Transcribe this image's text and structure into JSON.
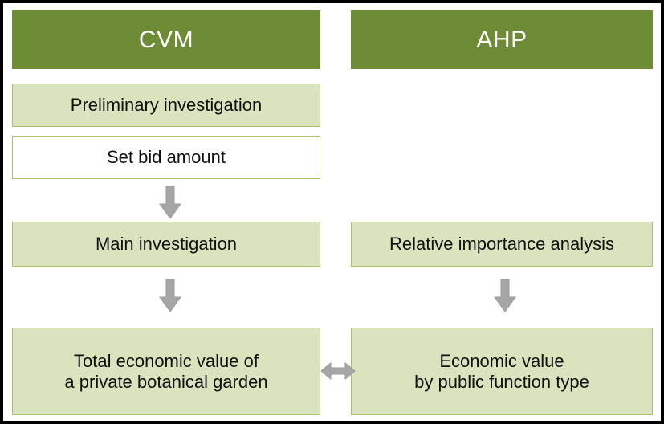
{
  "figure": {
    "type": "two-column-flowchart",
    "border_color": "#000000",
    "background": "#ffffff"
  },
  "palette": {
    "header_fill": "#6e8b35",
    "header_text": "#ffffff",
    "step_fill": "#d9e3bd",
    "step_border": "#a9bf72",
    "white_fill": "#ffffff",
    "body_text": "#111111",
    "arrow_fill": "#a6a6a6",
    "arrow_stroke": "#8c8c8c"
  },
  "columns": [
    {
      "id": "cvm",
      "header": "CVM",
      "steps": [
        {
          "id": "preliminary-investigation",
          "label": "Preliminary investigation",
          "style": "filled"
        },
        {
          "id": "set-bid-amount",
          "label": "Set bid amount",
          "style": "white"
        },
        {
          "id": "main-investigation",
          "label": "Main investigation",
          "style": "filled"
        }
      ],
      "result": {
        "id": "total-economic-value",
        "label": "Total economic value of\na private botanical garden"
      }
    },
    {
      "id": "ahp",
      "header": "AHP",
      "steps": [
        {
          "id": "relative-importance-analysis",
          "label": "Relative importance analysis",
          "style": "filled"
        }
      ],
      "result": {
        "id": "economic-value-by-function",
        "label": "Economic value\nby public function type"
      }
    }
  ],
  "connectors": [
    {
      "id": "cvm-bid-to-main",
      "kind": "arrow-down",
      "from": "set-bid-amount",
      "to": "main-investigation"
    },
    {
      "id": "cvm-main-to-result",
      "kind": "arrow-down",
      "from": "main-investigation",
      "to": "total-economic-value"
    },
    {
      "id": "ahp-analysis-to-result",
      "kind": "arrow-down",
      "from": "relative-importance-analysis",
      "to": "economic-value-by-function"
    },
    {
      "id": "results-link",
      "kind": "arrow-double-horizontal",
      "from": "total-economic-value",
      "to": "economic-value-by-function"
    }
  ]
}
